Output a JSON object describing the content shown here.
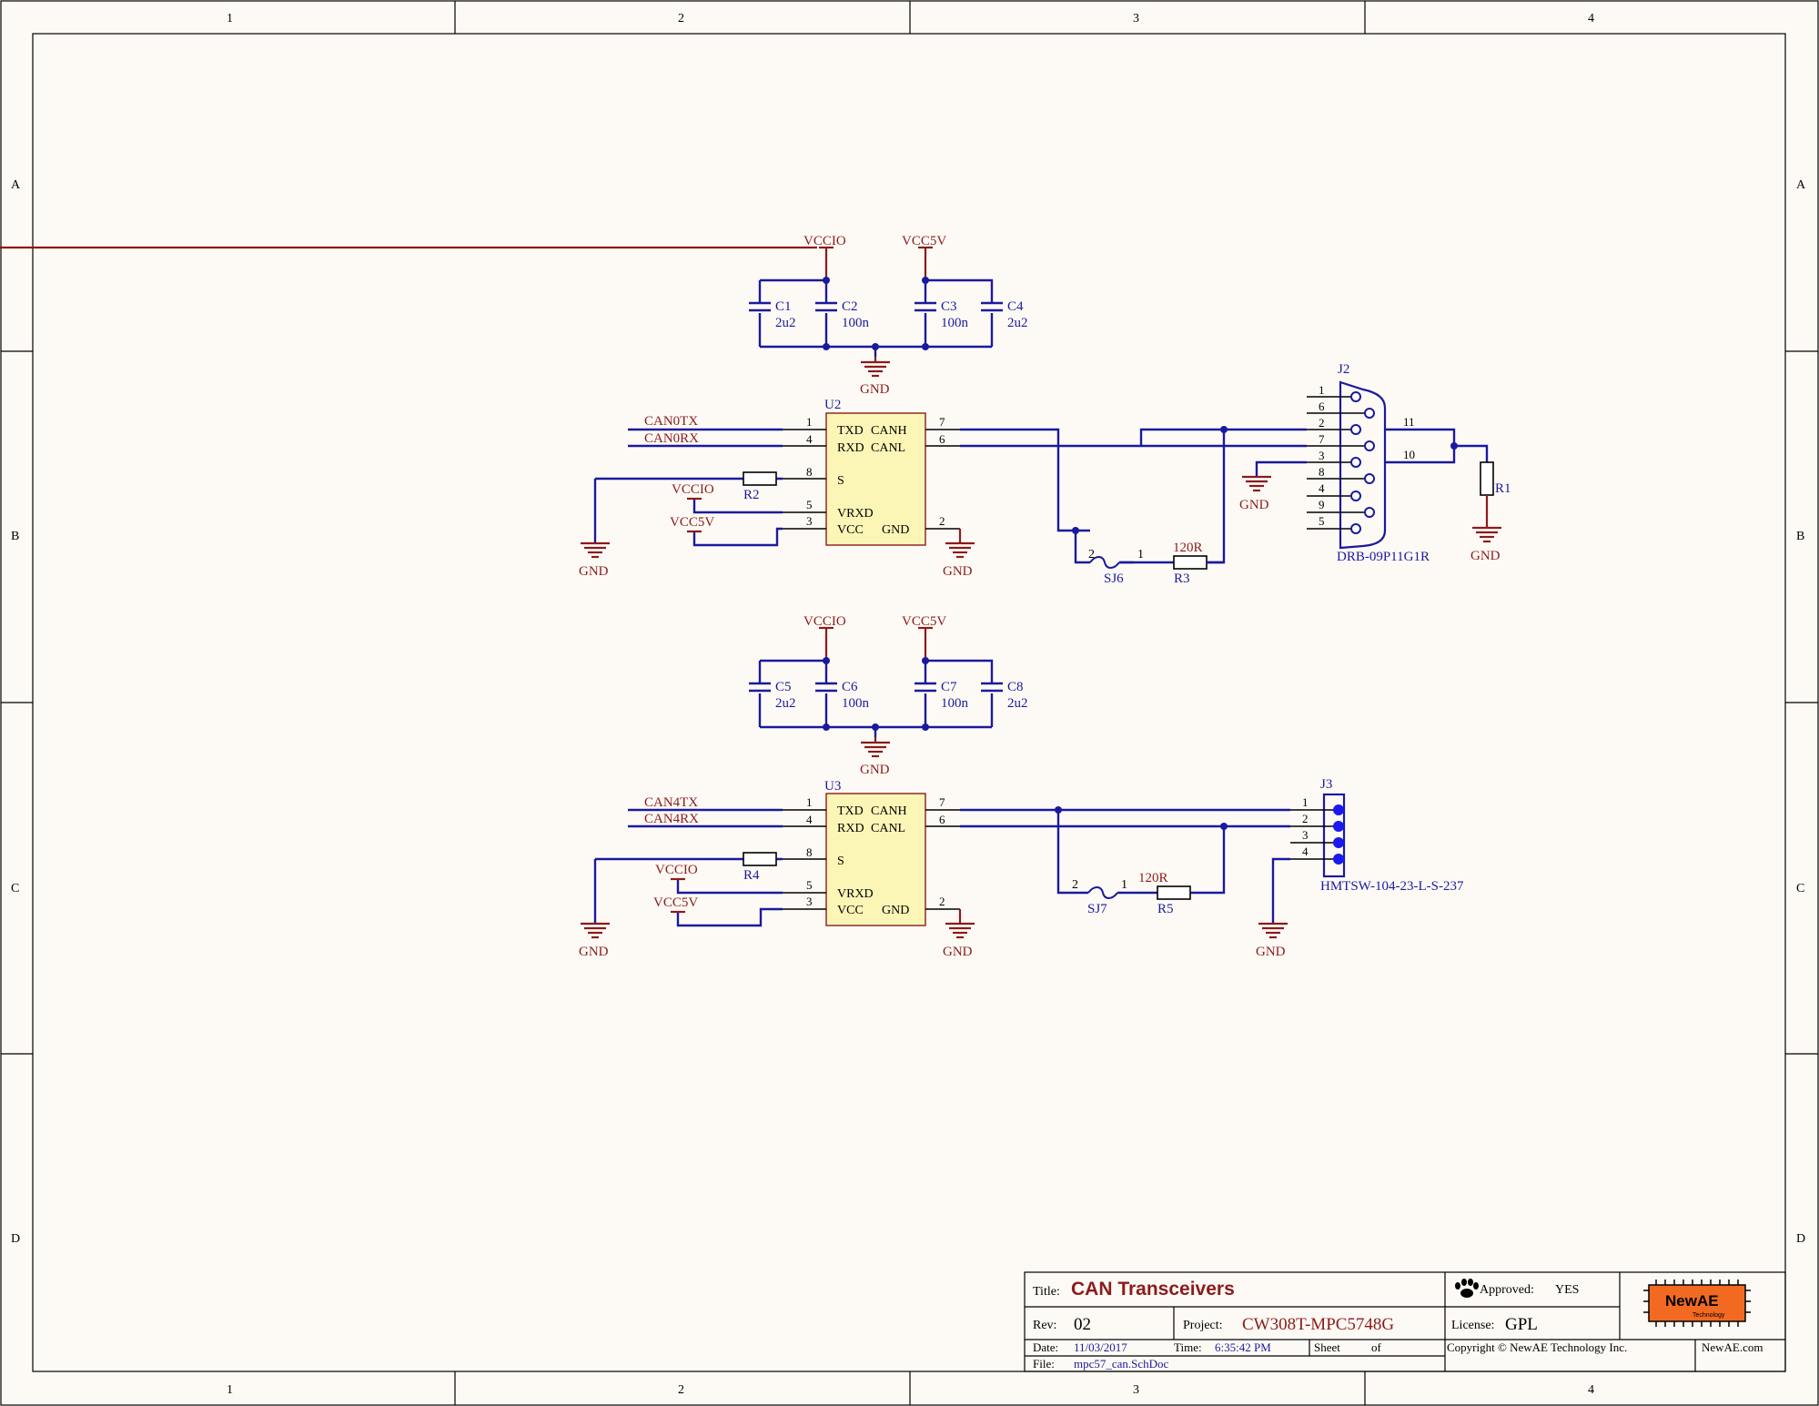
{
  "zones": {
    "columns": [
      "1",
      "2",
      "3",
      "4"
    ],
    "rows": [
      "A",
      "B",
      "C",
      "D"
    ]
  },
  "nets": {
    "vccio": "VCCIO",
    "vcc5v": "VCC5V",
    "gnd": "GND",
    "can0tx": "CAN0TX",
    "can0rx": "CAN0RX",
    "can4tx": "CAN4TX",
    "can4rx": "CAN4RX"
  },
  "capacitors": [
    {
      "ref": "C1",
      "value": "2u2"
    },
    {
      "ref": "C2",
      "value": "100n"
    },
    {
      "ref": "C3",
      "value": "100n"
    },
    {
      "ref": "C4",
      "value": "2u2"
    },
    {
      "ref": "C5",
      "value": "2u2"
    },
    {
      "ref": "C6",
      "value": "100n"
    },
    {
      "ref": "C7",
      "value": "100n"
    },
    {
      "ref": "C8",
      "value": "2u2"
    }
  ],
  "transceivers": [
    {
      "ref": "U2",
      "pins_left": [
        "TXD",
        "RXD",
        "S",
        "VRXD",
        "VCC"
      ],
      "pins_right": [
        "CANH",
        "CANL",
        "GND"
      ]
    },
    {
      "ref": "U3",
      "pins_left": [
        "TXD",
        "RXD",
        "S",
        "VRXD",
        "VCC"
      ],
      "pins_right": [
        "CANH",
        "CANL",
        "GND"
      ]
    }
  ],
  "resistors": {
    "r1": "R1",
    "r2": "R2",
    "r3": "R3",
    "r4": "R4",
    "r5": "R5",
    "r_value": "120R"
  },
  "jumpers": {
    "sj6": "SJ6",
    "sj7": "SJ7"
  },
  "connectors": {
    "j2": {
      "ref": "J2",
      "part": "DRB-09P11G1R",
      "pins": [
        "1",
        "6",
        "2",
        "7",
        "3",
        "8",
        "4",
        "9",
        "5"
      ],
      "shell_pins": [
        "11",
        "10"
      ]
    },
    "j3": {
      "ref": "J3",
      "part": "HMTSW-104-23-L-S-237",
      "pins": [
        "1",
        "2",
        "3",
        "4"
      ]
    }
  },
  "pin_numbers": {
    "txd": "1",
    "rxd": "4",
    "s": "8",
    "vrxd": "5",
    "vcc": "3",
    "canh": "7",
    "canl": "6",
    "gnd": "2",
    "sj_a": "2",
    "sj_b": "1"
  },
  "title_block": {
    "title_label": "Title:",
    "title": "CAN Transceivers",
    "approved_label": "Approved:",
    "approved": "YES",
    "rev_label": "Rev:",
    "rev": "02",
    "project_label": "Project:",
    "project": "CW308T-MPC5748G",
    "license_label": "License:",
    "license": "GPL",
    "date_label": "Date:",
    "date": "11/03/2017",
    "time_label": "Time:",
    "time": "6:35:42 PM",
    "sheet_label": "Sheet",
    "of_label": "of",
    "file_label": "File:",
    "file": "mpc57_can.SchDoc",
    "copyright": "Copyright © NewAE Technology Inc.",
    "website": "NewAE.com",
    "logo_text": "NewAE",
    "logo_sub": "Technology"
  },
  "colors": {
    "wire": "#1a1a9e",
    "power": "#8b1b1b",
    "body": "#fbf6b6",
    "logo": "#f26a21"
  }
}
